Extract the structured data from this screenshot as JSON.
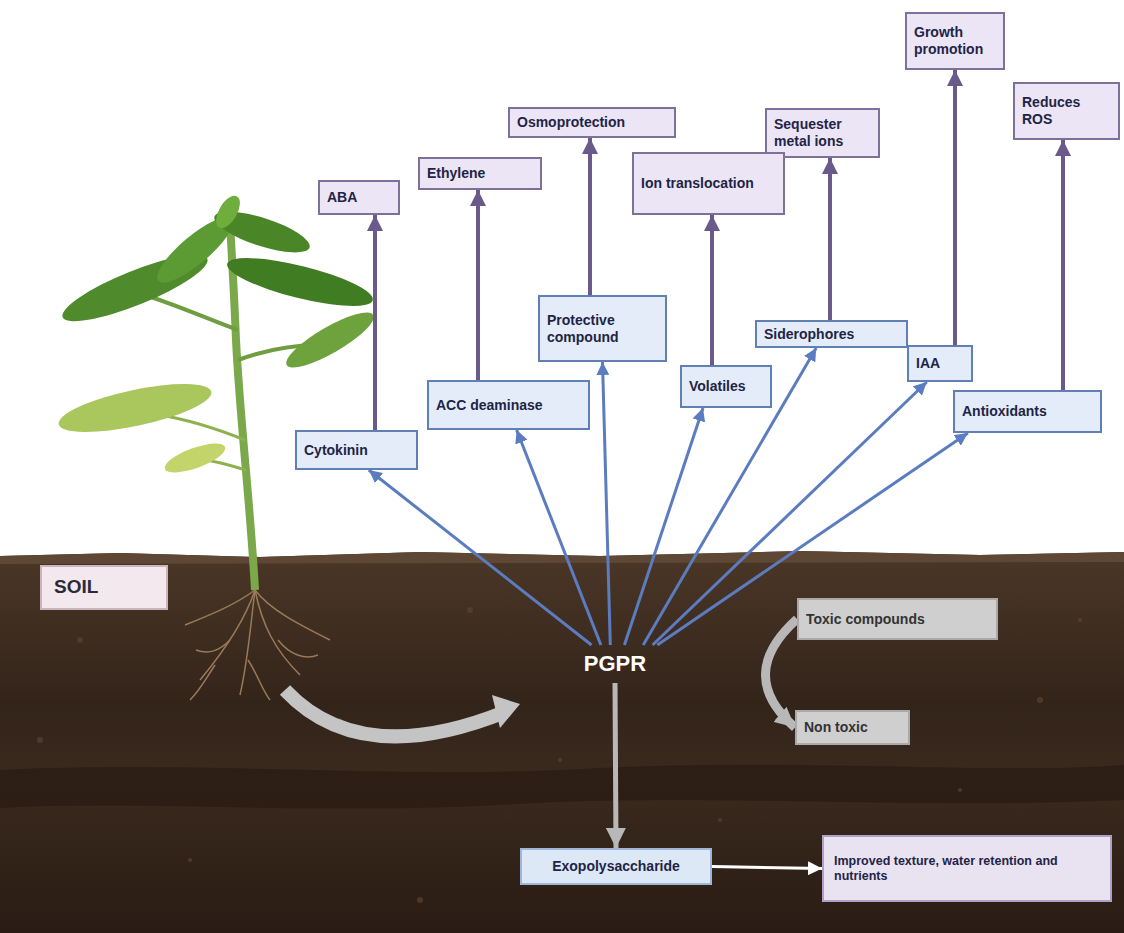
{
  "diagram": {
    "nodes": [
      {
        "text": [
          "Growth promotion"
        ]
      },
      {
        "text": [
          "Reduces ROS"
        ]
      },
      {
        "text": [
          "Osmoprotection"
        ]
      },
      {
        "text": [
          "Sequester metal ions"
        ]
      },
      {
        "text": [
          "Ion translocation"
        ]
      },
      {
        "text": [
          "Ethylene"
        ]
      },
      {
        "text": [
          "ABA"
        ]
      },
      {
        "text": [
          "Protective compound"
        ]
      },
      {
        "text": [
          "Siderophores"
        ]
      },
      {
        "text": [
          "IAA"
        ]
      },
      {
        "text": [
          "Volatiles"
        ]
      },
      {
        "text": [
          "ACC deaminase"
        ]
      },
      {
        "text": [
          "Antioxidants"
        ]
      },
      {
        "text": [
          "Cytokinin"
        ]
      },
      {
        "text": [
          "SOIL"
        ]
      },
      {
        "text": [
          "PGPR"
        ]
      },
      {
        "text": [
          "Toxic compounds"
        ]
      },
      {
        "text": [
          "Non toxic"
        ]
      },
      {
        "text": [
          "Exopolysaccharide"
        ]
      },
      {
        "text": [
          "Improved texture, water retention and nutrients"
        ]
      }
    ],
    "edges": [
      {
        "from": 15,
        "to": 13,
        "arrow": "to"
      },
      {
        "from": 15,
        "to": 11,
        "arrow": "to"
      },
      {
        "from": 15,
        "to": 7,
        "arrow": "to"
      },
      {
        "from": 15,
        "to": 10,
        "arrow": "to"
      },
      {
        "from": 15,
        "to": 8,
        "arrow": "to"
      },
      {
        "from": 15,
        "to": 9,
        "arrow": "to"
      },
      {
        "from": 15,
        "to": 12,
        "arrow": "to"
      },
      {
        "from": 13,
        "to": 6,
        "arrow": "to"
      },
      {
        "from": 11,
        "to": 5,
        "arrow": "to"
      },
      {
        "from": 7,
        "to": 2,
        "arrow": "to"
      },
      {
        "from": 10,
        "to": 4,
        "arrow": "to"
      },
      {
        "from": 8,
        "to": 3,
        "arrow": "to"
      },
      {
        "from": 9,
        "to": 0,
        "arrow": "to"
      },
      {
        "from": 12,
        "to": 1,
        "arrow": "to"
      },
      {
        "from": 16,
        "to": 17,
        "arrow": "to"
      },
      {
        "from": 15,
        "to": 18,
        "arrow": "to"
      },
      {
        "from": 18,
        "to": 19,
        "arrow": "to"
      }
    ]
  }
}
